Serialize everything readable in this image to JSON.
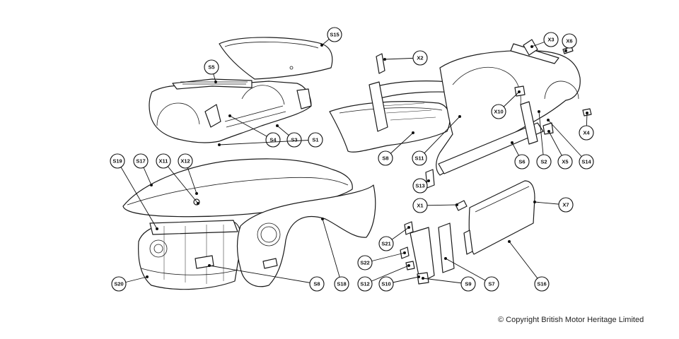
{
  "diagram": {
    "callouts": [
      {
        "id": "S15",
        "label": "S15"
      },
      {
        "id": "S5",
        "label": "S5"
      },
      {
        "id": "S4",
        "label": "S4"
      },
      {
        "id": "S3",
        "label": "S3"
      },
      {
        "id": "S1",
        "label": "S1"
      },
      {
        "id": "X2",
        "label": "X2"
      },
      {
        "id": "X3",
        "label": "X3"
      },
      {
        "id": "X6",
        "label": "X6"
      },
      {
        "id": "X10",
        "label": "X10"
      },
      {
        "id": "X4",
        "label": "X4"
      },
      {
        "id": "S8a",
        "label": "S8"
      },
      {
        "id": "S11",
        "label": "S11"
      },
      {
        "id": "S6",
        "label": "S6"
      },
      {
        "id": "S2",
        "label": "S2"
      },
      {
        "id": "X5",
        "label": "X5"
      },
      {
        "id": "S14",
        "label": "S14"
      },
      {
        "id": "S19",
        "label": "S19"
      },
      {
        "id": "S17",
        "label": "S17"
      },
      {
        "id": "X11",
        "label": "X11"
      },
      {
        "id": "X12",
        "label": "X12"
      },
      {
        "id": "S13",
        "label": "S13"
      },
      {
        "id": "X1",
        "label": "X1"
      },
      {
        "id": "X7",
        "label": "X7"
      },
      {
        "id": "S21",
        "label": "S21"
      },
      {
        "id": "S22",
        "label": "S22"
      },
      {
        "id": "S12",
        "label": "S12"
      },
      {
        "id": "S10",
        "label": "S10"
      },
      {
        "id": "S9",
        "label": "S9"
      },
      {
        "id": "S7",
        "label": "S7"
      },
      {
        "id": "S16",
        "label": "S16"
      },
      {
        "id": "S18",
        "label": "S18"
      },
      {
        "id": "S8b",
        "label": "S8"
      },
      {
        "id": "S20",
        "label": "S20"
      }
    ]
  },
  "footer": {
    "copyright": "© Copyright British Motor Heritage Limited"
  }
}
